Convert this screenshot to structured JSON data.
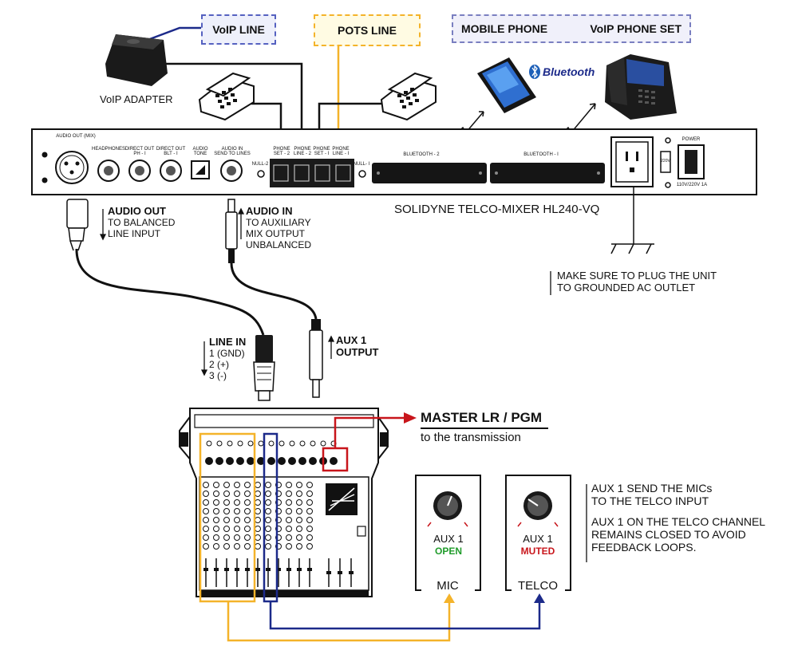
{
  "top_labels": {
    "voip_line": "VoIP LINE",
    "pots_line": "POTS LINE",
    "mobile_phone": "MOBILE PHONE",
    "voip_phone_set": "VoIP PHONE SET",
    "voip_adapter": "VoIP ADAPTER",
    "bluetooth": "Bluetooth"
  },
  "device": {
    "name": "SOLIDYNE TELCO-MIXER HL240-VQ",
    "panel_labels": {
      "audio_out_mix": "AUDIO OUT (MIX)",
      "headphones": "HEADPHONES",
      "direct_out_ph": "DIRECT OUT\nPH - I",
      "direct_out_blt": "DIRECT OUT\nBLT - I",
      "audio_tone": "AUDIO\nTONE",
      "audio_in_send": "AUDIO IN\nSEND TO LINES",
      "null_2": "NULL-2",
      "phone_set_2": "PHONE\nSET - 2",
      "phone_line_2": "PHONE\nLINE - 2",
      "phone_set_1": "PHONE\nSET - I",
      "phone_line_1": "PHONE\nLINE - I",
      "null_1": "NULL- I",
      "bluetooth_2": "BLUETOOTH - 2",
      "bluetooth_1": "BLUETOOTH - I",
      "voltage": "220V",
      "power": "POWER",
      "rating": "110V/220V 1A"
    }
  },
  "ground_note": {
    "line1": "MAKE SURE TO PLUG THE UNIT",
    "line2": "TO GROUNDED AC OUTLET"
  },
  "audio_out": {
    "title": "AUDIO OUT",
    "line1": "TO BALANCED",
    "line2": "LINE INPUT"
  },
  "audio_in": {
    "title": "AUDIO IN",
    "line1": "TO AUXILIARY",
    "line2": "MIX OUTPUT",
    "line3": "UNBALANCED"
  },
  "line_in": {
    "title": "LINE IN",
    "pin1": "1 (GND)",
    "pin2": "2 (+)",
    "pin3": "3 (-)"
  },
  "aux_output": {
    "line1": "AUX 1",
    "line2": "OUTPUT"
  },
  "master": {
    "title": "MASTER LR / PGM",
    "subtitle": "to the transmission"
  },
  "knobs": {
    "mic": {
      "aux": "AUX 1",
      "state": "OPEN",
      "name": "MIC"
    },
    "telco": {
      "aux": "AUX 1",
      "state": "MUTED",
      "name": "TELCO"
    }
  },
  "notes": {
    "n1_line1": "AUX 1  SEND THE MICs",
    "n1_line2": "TO THE TELCO INPUT",
    "n2_line1": "AUX 1 ON THE TELCO CHANNEL",
    "n2_line2": "REMAINS CLOSED TO AVOID",
    "n2_line3": "FEEDBACK LOOPS."
  },
  "colors": {
    "voip": "#1c2a8a",
    "pots": "#f4b32a",
    "master": "#c8151b",
    "open": "#1f9b2a",
    "muted": "#c8151b",
    "box_voip_fill": "#eef0fb",
    "box_pots_fill": "#fffbe3",
    "box_mobile_fill": "#f0f0fa"
  }
}
